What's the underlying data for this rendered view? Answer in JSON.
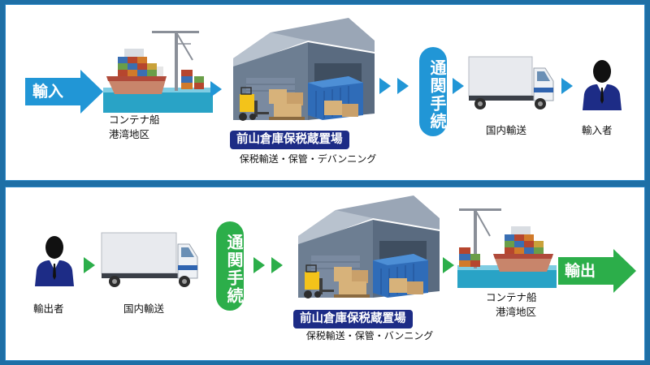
{
  "colors": {
    "import_accent": "#2196d6",
    "export_accent": "#2cae4a",
    "frame": "#1e6fa6",
    "warehouse_label_bg": "#1d2c86",
    "warehouse_wall": "#6d7e92",
    "warehouse_roof": "#9aa6b6"
  },
  "import_flow": {
    "big_arrow_label": "輸入",
    "ship": {
      "icon": "container-ship-icon",
      "label_line1": "コンテナ船",
      "label_line2": "港湾地区"
    },
    "warehouse": {
      "icon": "warehouse-icon",
      "title": "前山倉庫保税蔵置場",
      "subtitle": "保税輸送・保管・デバンニング"
    },
    "customs_label": "通関手続",
    "truck": {
      "icon": "truck-icon",
      "label": "国内輸送"
    },
    "person": {
      "icon": "businessman-icon",
      "label": "輸入者"
    }
  },
  "export_flow": {
    "person": {
      "icon": "businessman-icon",
      "label": "輸出者"
    },
    "truck": {
      "icon": "truck-icon",
      "label": "国内輸送"
    },
    "customs_label": "通関手続",
    "warehouse": {
      "icon": "warehouse-icon",
      "title": "前山倉庫保税蔵置場",
      "subtitle": "保税輸送・保管・バンニング"
    },
    "ship": {
      "icon": "container-ship-icon",
      "label_line1": "コンテナ船",
      "label_line2": "港湾地区"
    },
    "big_arrow_label": "輸出"
  }
}
